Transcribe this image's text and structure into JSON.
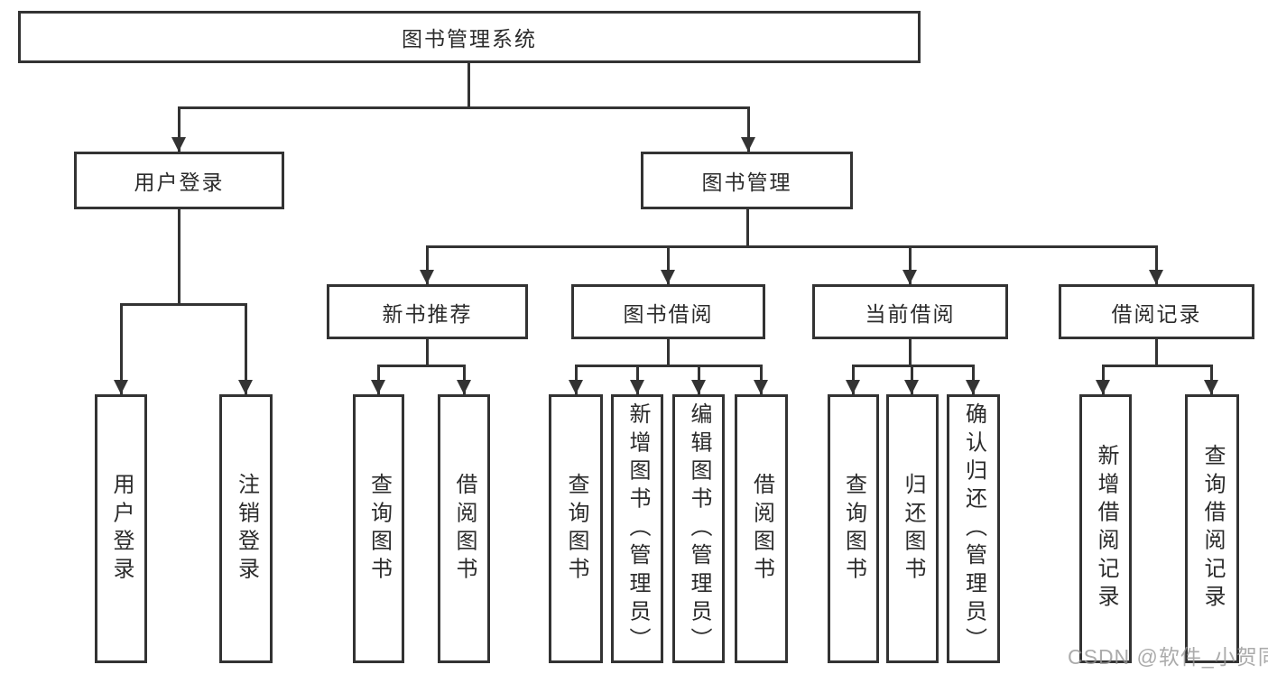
{
  "diagram": {
    "type": "hierarchy-tree",
    "colors": {
      "line": "#333333",
      "text": "#2b2b2b",
      "background": "#ffffff",
      "watermark": "#969696"
    },
    "nodes": {
      "root": {
        "label": "图书管理系统"
      },
      "user_login": {
        "label": "用户登录"
      },
      "book_mgmt": {
        "label": "图书管理"
      },
      "new_book_rec": {
        "label": "新书推荐"
      },
      "book_borrow": {
        "label": "图书借阅"
      },
      "current_borrow": {
        "label": "当前借阅"
      },
      "borrow_record": {
        "label": "借阅记录"
      },
      "leaves": {
        "login": {
          "label": "用户登录"
        },
        "logout": {
          "label": "注销登录"
        },
        "rec_query": {
          "label": "查询图书"
        },
        "rec_borrow": {
          "label": "借阅图书"
        },
        "bb_query": {
          "label": "查询图书"
        },
        "bb_add": {
          "label": "新增图书（管理员）"
        },
        "bb_edit": {
          "label": "编辑图书（管理员）"
        },
        "bb_borrow": {
          "label": "借阅图书"
        },
        "cur_query": {
          "label": "查询图书"
        },
        "cur_return": {
          "label": "归还图书"
        },
        "cur_confirm": {
          "label": "确认归还（管理员）"
        },
        "rr_add": {
          "label": "新增借阅记录"
        },
        "rr_query": {
          "label": "查询借阅记录"
        }
      }
    },
    "hierarchy": {
      "图书管理系统": {
        "用户登录": [
          "用户登录",
          "注销登录"
        ],
        "图书管理": {
          "新书推荐": [
            "查询图书",
            "借阅图书"
          ],
          "图书借阅": [
            "查询图书",
            "新增图书（管理员）",
            "编辑图书（管理员）",
            "借阅图书"
          ],
          "当前借阅": [
            "查询图书",
            "归还图书",
            "确认归还（管理员）"
          ],
          "借阅记录": [
            "新增借阅记录",
            "查询借阅记录"
          ]
        }
      }
    },
    "watermark": "CSDN @软件_小贺同学"
  }
}
